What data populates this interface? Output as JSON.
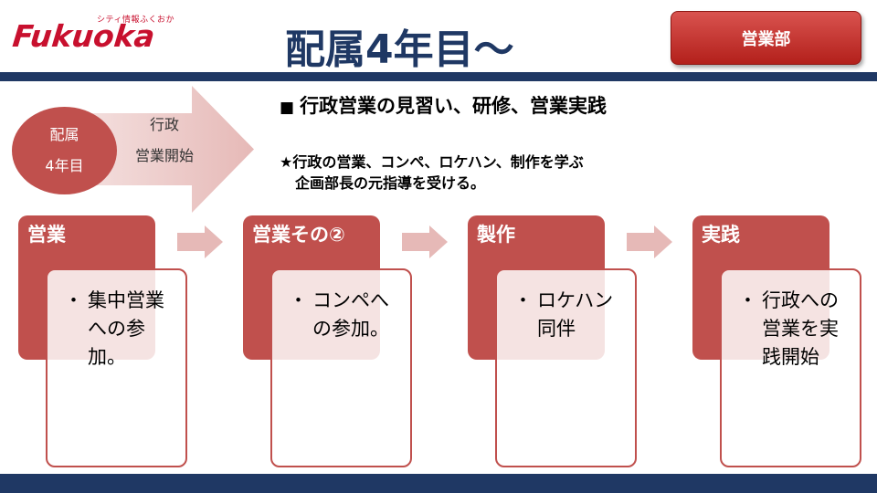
{
  "logo": {
    "tagline": "シティ情報ふくおか",
    "wordmark": "Fukuoka"
  },
  "title": "配属4年目～",
  "department": "営業部",
  "hero": {
    "circle_line1": "配属",
    "circle_line2": "4年目",
    "arrow_line1": "行政",
    "arrow_line2": "営業開始"
  },
  "headline": {
    "marker": "■",
    "text": "行政営業の見習い、研修、営業実践"
  },
  "note": {
    "line1": "★行政の営業、コンペ、ロケハン、制作を学ぶ",
    "line2": "企画部長の元指導を受ける。"
  },
  "steps": [
    {
      "title": "営業",
      "bullet": "・",
      "body": "集中営業への参加。"
    },
    {
      "title": "営業その②",
      "bullet": "・",
      "body": "コンペへの参加。"
    },
    {
      "title": "製作",
      "bullet": "・",
      "body": "ロケハン同伴"
    },
    {
      "title": "実践",
      "bullet": "・",
      "body": "行政への営業を実践開始"
    }
  ],
  "colors": {
    "navy": "#1f3864",
    "brand_red": "#c8102e",
    "step_red": "#c0504d",
    "arrow_pink": "#f2dcdb"
  }
}
